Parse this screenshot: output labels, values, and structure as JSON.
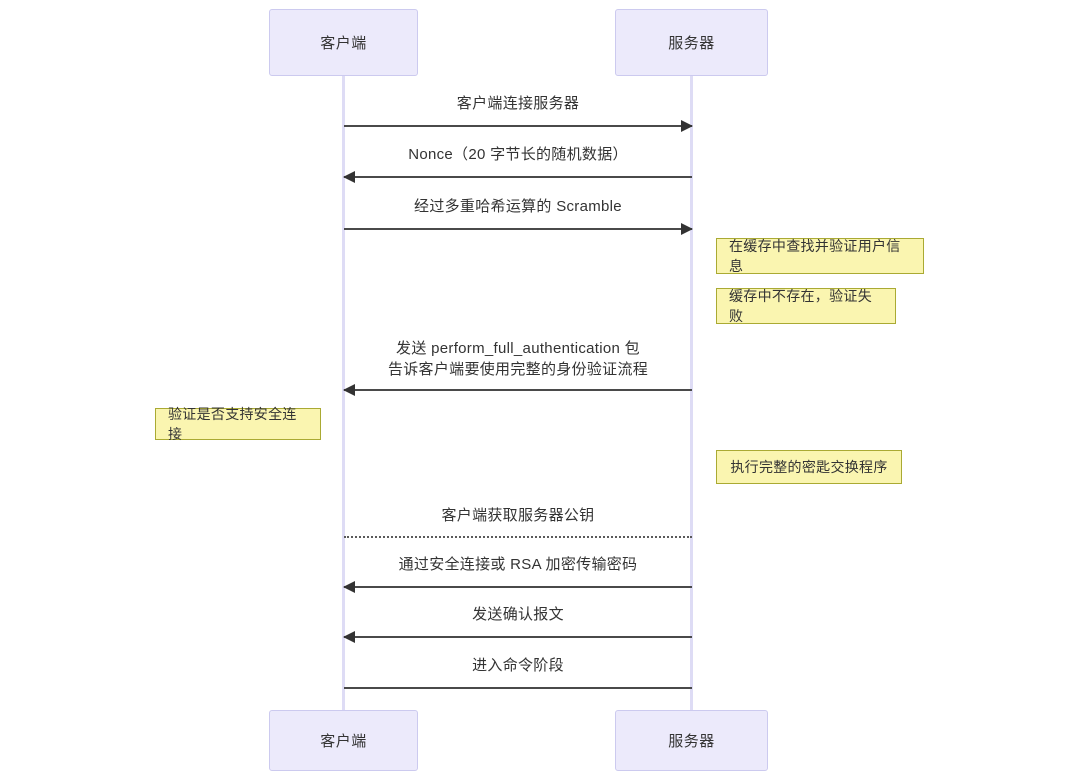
{
  "diagram": {
    "type": "sequence-diagram",
    "background": "#ffffff",
    "participant_fill": "#ECEAFB",
    "participant_border": "#CCCAEF",
    "note_fill": "#FAF5B0",
    "note_border": "#AAAA33",
    "line_color": "#4a4a4a"
  },
  "participants": [
    {
      "id": "client",
      "label": "客户端"
    },
    {
      "id": "server",
      "label": "服务器"
    }
  ],
  "participants_bottom": [
    {
      "id": "client",
      "label": "客户端"
    },
    {
      "id": "server",
      "label": "服务器"
    }
  ],
  "messages": [
    {
      "id": "m1",
      "label": "客户端连接服务器",
      "from": "client",
      "to": "server",
      "direction": "right",
      "style": "solid",
      "arrow": true
    },
    {
      "id": "m2",
      "label": "Nonce（20 字节长的随机数据）",
      "from": "server",
      "to": "client",
      "direction": "left",
      "style": "solid",
      "arrow": true
    },
    {
      "id": "m3",
      "label": "经过多重哈希运算的 Scramble",
      "from": "client",
      "to": "server",
      "direction": "right",
      "style": "solid",
      "arrow": true
    },
    {
      "id": "m4",
      "label": "发送 perform_full_authentication 包\n告诉客户端要使用完整的身份验证流程",
      "from": "server",
      "to": "client",
      "direction": "left",
      "style": "solid",
      "arrow": true
    },
    {
      "id": "m5",
      "label": "客户端获取服务器公钥",
      "from": "client",
      "to": "server",
      "direction": "none",
      "style": "dotted",
      "arrow": false
    },
    {
      "id": "m6",
      "label": "通过安全连接或 RSA 加密传输密码",
      "from": "server",
      "to": "client",
      "direction": "left",
      "style": "solid",
      "arrow": true
    },
    {
      "id": "m7",
      "label": "发送确认报文",
      "from": "server",
      "to": "client",
      "direction": "left",
      "style": "solid",
      "arrow": true
    },
    {
      "id": "m8",
      "label": "进入命令阶段",
      "from": "client",
      "to": "server",
      "direction": "none",
      "style": "solid",
      "arrow": false
    }
  ],
  "notes": [
    {
      "id": "n1",
      "label": "在缓存中查找并验证用户信息",
      "side": "right-of-server"
    },
    {
      "id": "n2",
      "label": "缓存中不存在，验证失败",
      "side": "right-of-server"
    },
    {
      "id": "n3",
      "label": "验证是否支持安全连接",
      "side": "left-of-client"
    },
    {
      "id": "n4",
      "label": "执行完整的密匙交换程序",
      "side": "right-of-server"
    }
  ]
}
